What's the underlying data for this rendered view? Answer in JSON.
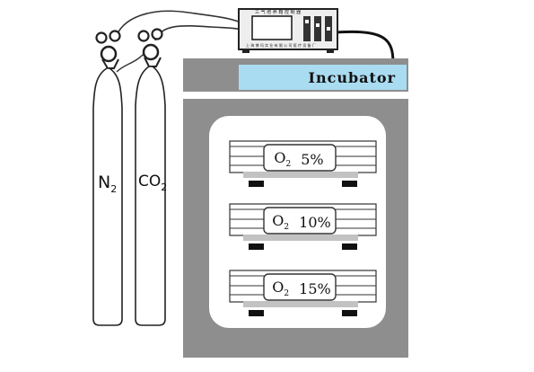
{
  "incubator": {
    "label": "Incubator"
  },
  "cylinders": [
    {
      "formula": "N",
      "subscript": "2"
    },
    {
      "formula": "CO",
      "subscript": "2"
    }
  ],
  "trays": [
    {
      "gas": "O",
      "subscript": "2",
      "value": "5%"
    },
    {
      "gas": "O",
      "subscript": "2",
      "value": "10%"
    },
    {
      "gas": "O",
      "subscript": "2",
      "value": "15%"
    }
  ],
  "controller": {
    "top_label": "三 气 培 养 箱 控 制 器",
    "bottom_label": "上 海 博 讯 实 业 有 限 公 司 医 疗 设 备 厂"
  },
  "colors": {
    "incubator_body": "#8e8e8e",
    "label_bar": "#a9dcf1",
    "shelf_bar": "#c2c2c2",
    "foot": "#111111"
  }
}
